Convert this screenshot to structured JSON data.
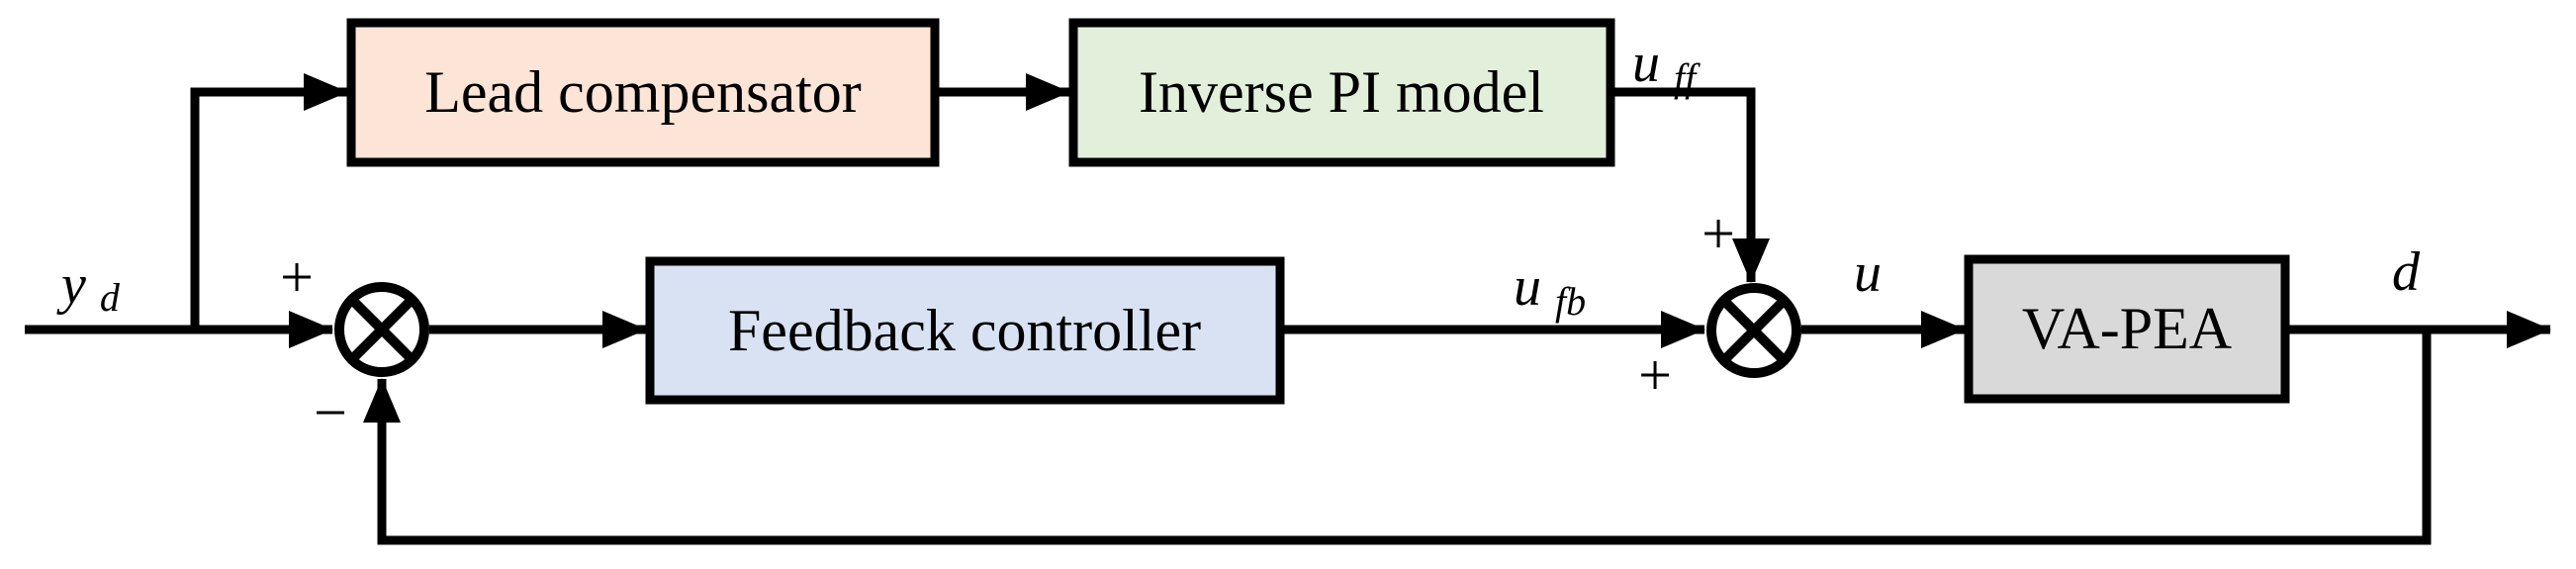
{
  "diagram": {
    "background": "#ffffff",
    "line_color": "#000000",
    "blocks": [
      {
        "label": "Lead compensator",
        "fill": "#FCE4D6"
      },
      {
        "label": "Inverse PI model",
        "fill": "#E2EFDA"
      },
      {
        "label": "Feedback controller",
        "fill": "#D9E2F3"
      },
      {
        "label": "VA-PEA",
        "fill": "#D9D9D9"
      }
    ],
    "signals": {
      "input": {
        "base": "y",
        "sub": "d"
      },
      "feedforward": {
        "base": "u",
        "sub": "ff"
      },
      "feedback_signal": {
        "base": "u",
        "sub": "fb"
      },
      "control": {
        "base": "u",
        "sub": ""
      },
      "output": {
        "base": "d",
        "sub": ""
      }
    },
    "signs": {
      "junction1_plus": "+",
      "junction1_minus": "−",
      "junction2_plus_top": "+",
      "junction2_plus_left": "+"
    }
  }
}
